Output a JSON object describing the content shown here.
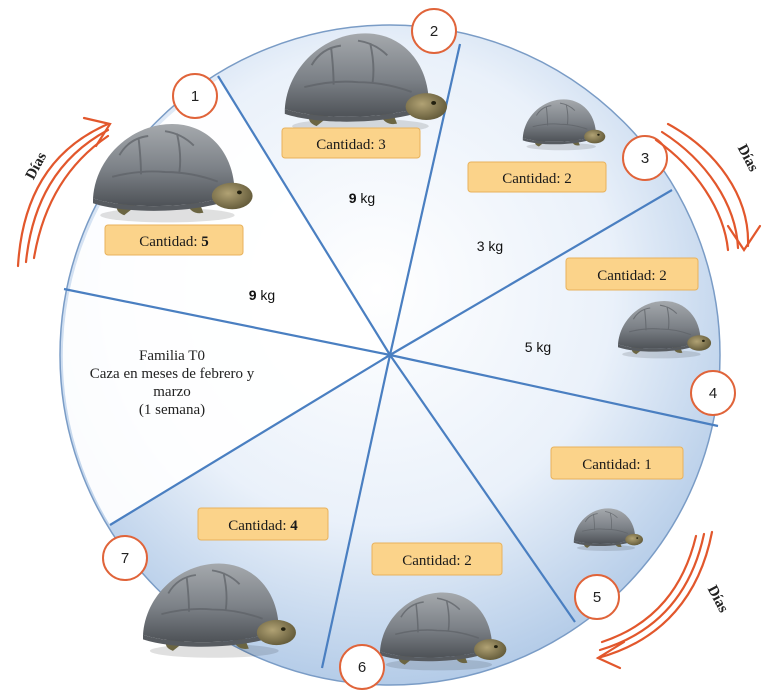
{
  "center_text": {
    "line1": "Familia T0",
    "line2": "Caza en meses de febrero y",
    "line3": "marzo",
    "line4": "(1 semana)"
  },
  "direction_label": "Días",
  "sector_numbers": [
    "1",
    "2",
    "3",
    "4",
    "5",
    "6",
    "7"
  ],
  "quantity_prefix": "Cantidad: ",
  "quantities": [
    {
      "bold": true,
      "value": "5"
    },
    {
      "bold": false,
      "value": "3"
    },
    {
      "bold": false,
      "value": "2"
    },
    {
      "bold": false,
      "value": "2"
    },
    {
      "bold": false,
      "value": "1"
    },
    {
      "bold": false,
      "value": "2"
    },
    {
      "bold": true,
      "value": "4"
    }
  ],
  "weights": [
    {
      "value": "9",
      "unit": " kg",
      "bold": true
    },
    {
      "value": "9",
      "unit": " kg",
      "bold": true
    },
    {
      "value": "3",
      "unit": " kg",
      "bold": false
    },
    {
      "value": "5",
      "unit": " kg",
      "bold": false
    }
  ],
  "colors": {
    "circle_stroke": "#7a9cc6",
    "sector_line": "#4a7fc1",
    "shade": "#a9c4e4",
    "label_fill": "#fbd38a",
    "label_stroke": "#e8b25c",
    "badge_stroke": "#e0643a",
    "arrow": "#e2572c"
  }
}
